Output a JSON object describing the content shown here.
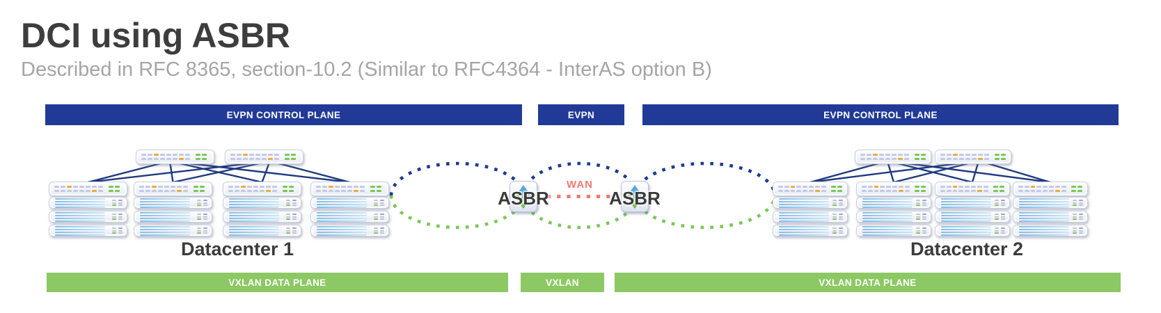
{
  "header": {
    "title": "DCI using ASBR",
    "subtitle": "Described in RFC 8365, section-10.2 (Similar to RFC4364 - InterAS option B)"
  },
  "banners": {
    "top": [
      {
        "label": "EVPN CONTROL PLANE"
      },
      {
        "label": "EVPN"
      },
      {
        "label": "EVPN CONTROL PLANE"
      }
    ],
    "bottom": [
      {
        "label": "VXLAN DATA PLANE"
      },
      {
        "label": "VXLAN"
      },
      {
        "label": "VXLAN DATA PLANE"
      }
    ]
  },
  "core": {
    "asbr_nodes": [
      {
        "label": "ASBR"
      },
      {
        "label": "ASBR"
      }
    ],
    "wan_label": "WAN"
  },
  "datacenters": [
    {
      "label": "Datacenter 1",
      "spine_count": 2,
      "leaf_count": 4,
      "servers_per_leaf": 3
    },
    {
      "label": "Datacenter 2",
      "spine_count": 2,
      "leaf_count": 4,
      "servers_per_leaf": 3
    }
  ],
  "colors": {
    "banner_blue": "#213a97",
    "banner_green": "#8cc863",
    "mesh_line": "#1f3a80",
    "dot_blue": "#1e3a92",
    "dot_green": "#7cc659",
    "wan_red": "#ef7b72",
    "title": "#3d3d3d",
    "subtitle": "#a5a5a5"
  }
}
